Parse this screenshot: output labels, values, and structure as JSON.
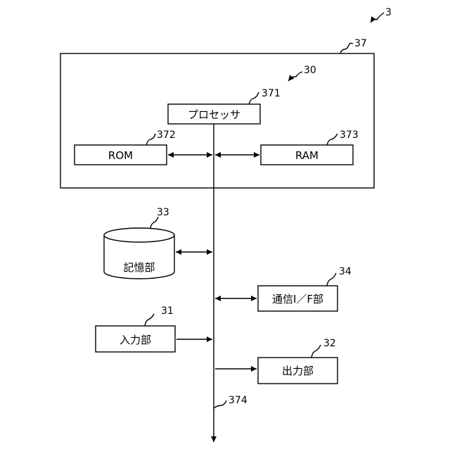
{
  "figure_ref": "3",
  "computer": {
    "ref": "37"
  },
  "control_unit": {
    "ref": "30"
  },
  "processor": {
    "label": "プロセッサ",
    "ref": "371"
  },
  "rom": {
    "label": "ROM",
    "ref": "372"
  },
  "ram": {
    "label": "RAM",
    "ref": "373"
  },
  "storage": {
    "label": "記憶部",
    "ref": "33"
  },
  "comm_if": {
    "label": "通信I／F部",
    "ref": "34"
  },
  "input_unit": {
    "label": "入力部",
    "ref": "31"
  },
  "output_unit": {
    "label": "出力部",
    "ref": "32"
  },
  "bus": {
    "ref": "374"
  }
}
